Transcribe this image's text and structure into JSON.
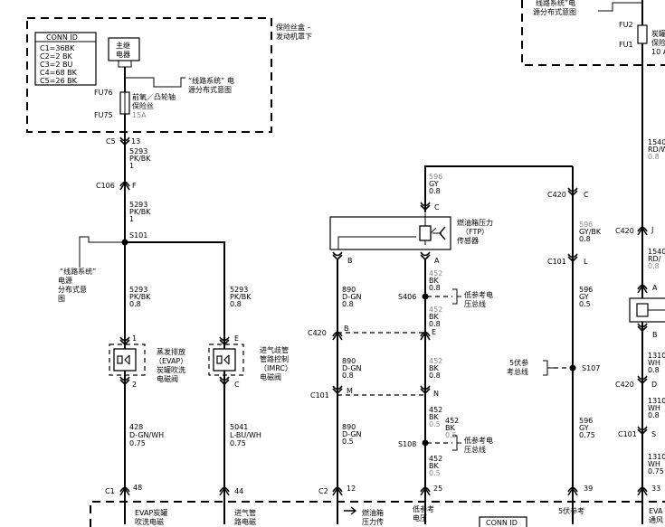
{
  "fusebox": {
    "title_line1": "保险丝盒 –",
    "title_line2": "发动机罩下",
    "conn_id_title": "CONN ID",
    "conn_lines": [
      "C1=36BK",
      "C2=2 BK",
      "C3=2 BU",
      "C4=68 BK",
      "C5=26 BK"
    ],
    "main_relay_line1": "主继",
    "main_relay_line2": "电器",
    "ref_line1": "“线路系统” 电",
    "ref_line2": "源分布式意图",
    "fu76": "FU76",
    "fu75": "FU75",
    "fuse_name_line1": "前氧／凸轮轴",
    "fuse_name_line2": "保险丝",
    "fuse_rating": "15A"
  },
  "left_circuit": {
    "c5": "C5",
    "c5_pin": "13",
    "w1_num": "5293",
    "w1_color": "PK/BK",
    "w1_gauge": "1",
    "c106": "C106",
    "c106_pin": "F",
    "w2_num": "5293",
    "w2_color": "PK/BK",
    "w2_gauge": "1",
    "s101": "S101",
    "ref_lines": [
      "“线路系统”",
      "电源",
      "分布式意",
      "图"
    ],
    "wa_num": "5293",
    "wa_color": "PK/BK",
    "wa_gauge": "0.8",
    "wb_num": "5293",
    "wb_color": "PK/BK",
    "wb_gauge": "0.8",
    "evap_pin_top": "1",
    "evap_pin_bot": "2",
    "evap_label": [
      "蒸发排放",
      "（EVAP）",
      "炭罐吹洗",
      "电磁阀"
    ],
    "imrc_pin_top": "E",
    "imrc_pin_bot": "C",
    "imrc_label": [
      "进气歧管",
      "管路控制",
      "（IMRC）",
      "电磁阀"
    ],
    "wc_num": "428",
    "wc_color": "D-GN/WH",
    "wc_gauge": "0.75",
    "wd_num": "5041",
    "wd_color": "L-BU/WH",
    "wd_gauge": "0.75",
    "c1": "C1",
    "c1_pin_a": "48",
    "c1_pin_b": "44",
    "bottom_a": [
      "EVAP炭罐",
      "吹洗电磁"
    ],
    "bottom_b": [
      "进气管",
      "路电磁"
    ]
  },
  "ftp_circuit": {
    "top_num": "596",
    "top_color": "GY",
    "top_gauge": "0.8",
    "pin_c": "C",
    "sensor_label": [
      "燃油箱压力",
      "（FTP）",
      "传感器"
    ],
    "pin_b": "B",
    "pin_a": "A",
    "wa_num": "452",
    "wa_color": "BK",
    "wa_gauge": "0.8",
    "s406": "S406",
    "lowref_1": [
      "低参考电",
      "压总线"
    ],
    "wa2_num": "452",
    "wa2_color": "BK",
    "wa2_gauge": "0.8",
    "wb_num": "890",
    "wb_color": "D-GN",
    "wb_gauge": "0.8",
    "c420": "C420",
    "c420_pin_b": "B",
    "c420_pin_e": "E",
    "wb2_num": "890",
    "wb2_color": "D-GN",
    "wb2_gauge": "0.8",
    "wa3_num": "452",
    "wa3_color": "BK",
    "wa3_gauge": "0.8",
    "c101": "C101",
    "c101_pin_m": "M",
    "c101_pin_n": "N",
    "wb3_num": "890",
    "wb3_color": "D-GN",
    "wb3_gauge": "0.5",
    "wa4_num": "452",
    "wa4_color": "BK",
    "wa4_gauge": "0.5",
    "wa5_num": "452",
    "wa5_color": "BK",
    "wa5_gauge": "0.5",
    "s108": "S108",
    "lowref_2": [
      "低参考电",
      "压总线"
    ],
    "wa6_num": "452",
    "wa6_color": "BK",
    "wa6_gauge": "0.5",
    "c2": "C2",
    "c2_pin_12": "12",
    "c2_pin_25": "25",
    "bottom_fuel": [
      "燃油箱",
      "压力传"
    ],
    "bottom_low": [
      "低参考",
      "电压"
    ],
    "conn_id_bottom": "CONN ID"
  },
  "ref5v_circuit": {
    "c420": "C420",
    "c420_pin": "C",
    "w1_num": "596",
    "w1_color": "GY/BK",
    "w1_gauge": "0.8",
    "c101": "C101",
    "c101_pin": "L",
    "w2_num": "596",
    "w2_color": "GY",
    "w2_gauge": "0.5",
    "ref_label": [
      "5伏参",
      "考总线"
    ],
    "s107": "S107",
    "w3_num": "596",
    "w3_color": "GY",
    "w3_gauge": "0.75",
    "pin_39": "39",
    "bottom": "5伏参考"
  },
  "right_circuit": {
    "ref_line1": "线路系统”电",
    "ref_line2": "源分布式意图",
    "fu2": "FU2",
    "fu1": "FU1",
    "label_1": "炭罐",
    "label_2": "保险",
    "label_3": "10 A",
    "w1_num": "1540",
    "w1_color": "RD/W",
    "w1_gauge": "0.8",
    "c420": "C420",
    "c420_pin_j": "J",
    "w2_num": "1540",
    "w2_color": "RD/",
    "w2_gauge": "0.8",
    "pin_a": "A",
    "pin_b": "B",
    "w3_num": "1310",
    "w3_color": "WH",
    "w3_gauge": "0.8",
    "c420_b": "C420",
    "c420_pin_d": "D",
    "w4_num": "1310",
    "w4_color": "WH",
    "w4_gauge": "0.8",
    "c101": "C101",
    "c101_pin_s": "S",
    "w5_num": "1310",
    "w5_color": "WH",
    "w5_gauge": "0.75",
    "pin_33": "33",
    "bottom": [
      "EVA",
      "通风"
    ]
  }
}
